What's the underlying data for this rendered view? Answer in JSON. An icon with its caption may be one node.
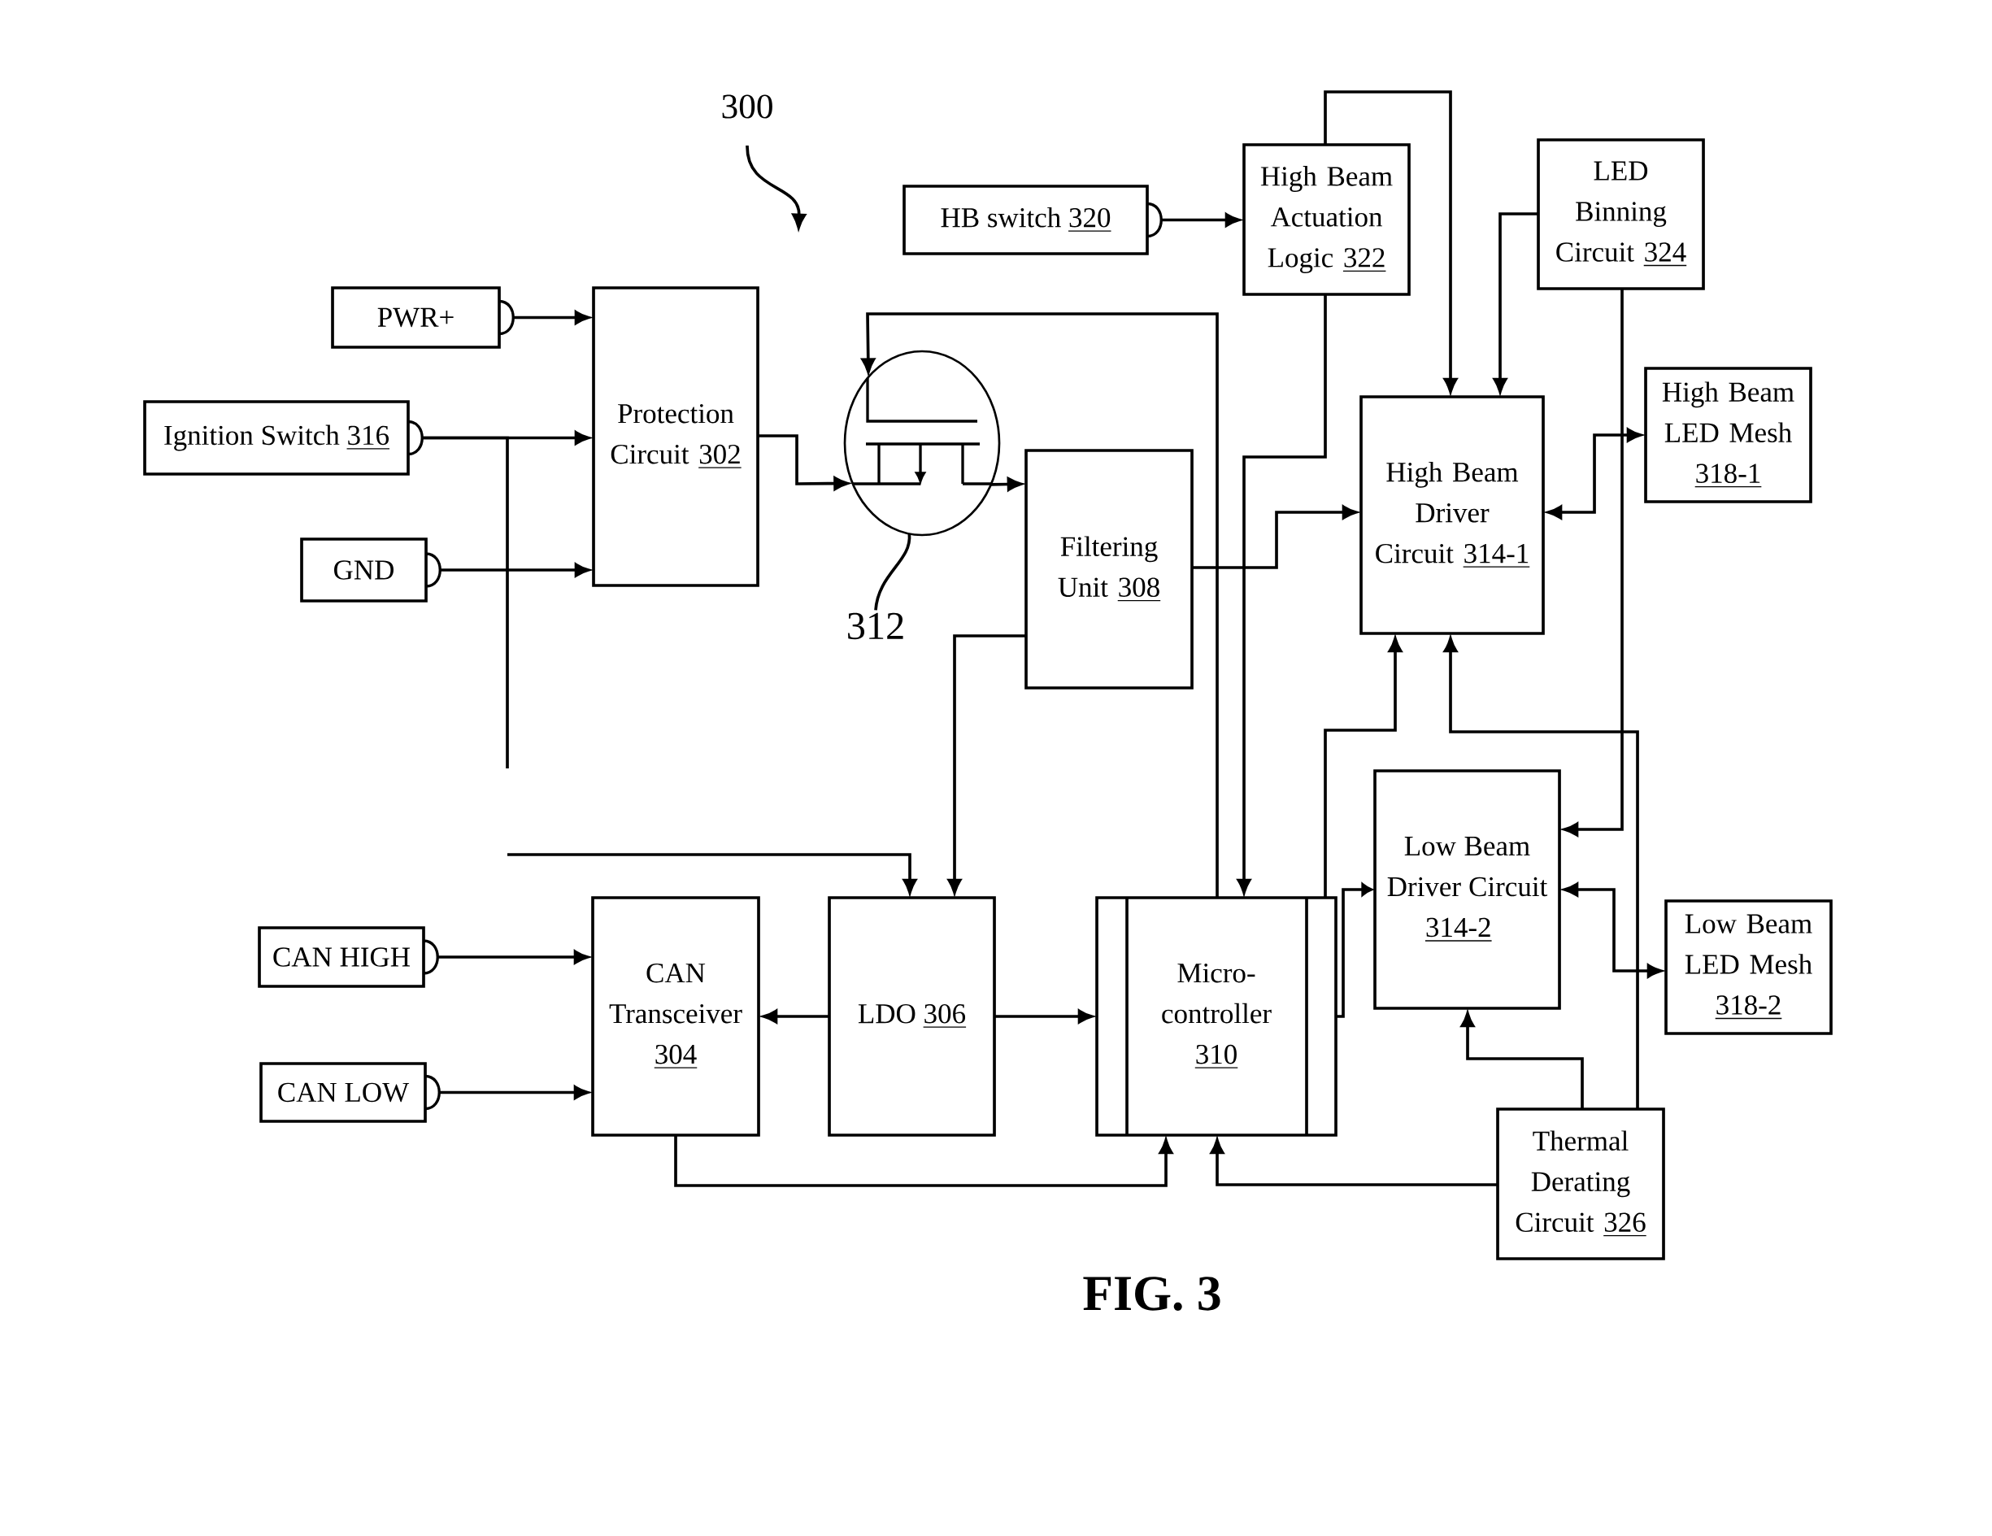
{
  "diagram": {
    "caption": "FIG. 3",
    "nodes": [
      {
        "text": [
          "300"
        ]
      },
      {
        "text": [
          "HB switch 320"
        ]
      },
      {
        "text": [
          "High Beam Actuation Logic 322"
        ]
      },
      {
        "text": [
          "LED Binning Circuit 324"
        ]
      },
      {
        "text": [
          "PWR+"
        ]
      },
      {
        "text": [
          "Protection Circuit 302"
        ]
      },
      {
        "text": [
          "High Beam LED Mesh 318-1"
        ]
      },
      {
        "text": [
          "Ignition Switch 316"
        ]
      },
      {
        "text": [],
        "shape": "circle"
      },
      {
        "text": [
          "High Beam Driver Circuit 314-1"
        ]
      },
      {
        "text": [
          "Filtering Unit 308"
        ]
      },
      {
        "text": [
          "GND"
        ]
      },
      {
        "text": [
          "312"
        ]
      },
      {
        "text": [
          "Low Beam Driver Circuit 314-2"
        ]
      },
      {
        "text": [
          "CAN HIGH"
        ]
      },
      {
        "text": [
          "CAN Transceiver 304"
        ]
      },
      {
        "text": [
          "LDO 306"
        ]
      },
      {
        "text": [
          "Micro-controller 310"
        ]
      },
      {
        "text": [
          "Low Beam LED Mesh 318-2"
        ]
      },
      {
        "text": [
          "CAN LOW"
        ]
      },
      {
        "text": [
          "Thermal Derating Circuit 326"
        ]
      }
    ],
    "edges": [
      {
        "from": 0,
        "to": null,
        "arrow": "to"
      },
      {
        "from": 1,
        "to": 2,
        "arrow": "to"
      },
      {
        "from": 2,
        "to": 9,
        "arrow": "to"
      },
      {
        "from": 2,
        "to": 17,
        "arrow": "to"
      },
      {
        "from": 3,
        "to": 9,
        "arrow": "to"
      },
      {
        "from": 3,
        "to": 13,
        "arrow": "to"
      },
      {
        "from": 4,
        "to": 5,
        "arrow": "to"
      },
      {
        "from": 7,
        "to": 5,
        "arrow": "to"
      },
      {
        "from": 7,
        "to": null,
        "arrow": "none"
      },
      {
        "from": null,
        "to": 16,
        "arrow": "to"
      },
      {
        "from": 11,
        "to": 5,
        "arrow": "to"
      },
      {
        "from": 5,
        "to": 8,
        "arrow": "to"
      },
      {
        "from": 8,
        "to": 10,
        "arrow": "to"
      },
      {
        "from": 17,
        "to": 8,
        "arrow": "to"
      },
      {
        "from": 12,
        "to": 8,
        "arrow": "none"
      },
      {
        "from": 10,
        "to": 16,
        "arrow": "to"
      },
      {
        "from": 10,
        "to": 9,
        "arrow": "to"
      },
      {
        "from": 9,
        "to": 6,
        "arrow": "both"
      },
      {
        "from": 17,
        "to": 9,
        "arrow": "to"
      },
      {
        "from": 20,
        "to": 9,
        "arrow": "to"
      },
      {
        "from": 17,
        "to": 13,
        "arrow": "to"
      },
      {
        "from": 13,
        "to": 18,
        "arrow": "both"
      },
      {
        "from": 20,
        "to": 13,
        "arrow": "to"
      },
      {
        "from": 20,
        "to": 17,
        "arrow": "to"
      },
      {
        "from": 15,
        "to": 17,
        "arrow": "to"
      },
      {
        "from": 16,
        "to": 15,
        "arrow": "to"
      },
      {
        "from": 16,
        "to": 17,
        "arrow": "to"
      },
      {
        "from": 14,
        "to": 15,
        "arrow": "to"
      },
      {
        "from": 19,
        "to": 15,
        "arrow": "to"
      }
    ]
  }
}
